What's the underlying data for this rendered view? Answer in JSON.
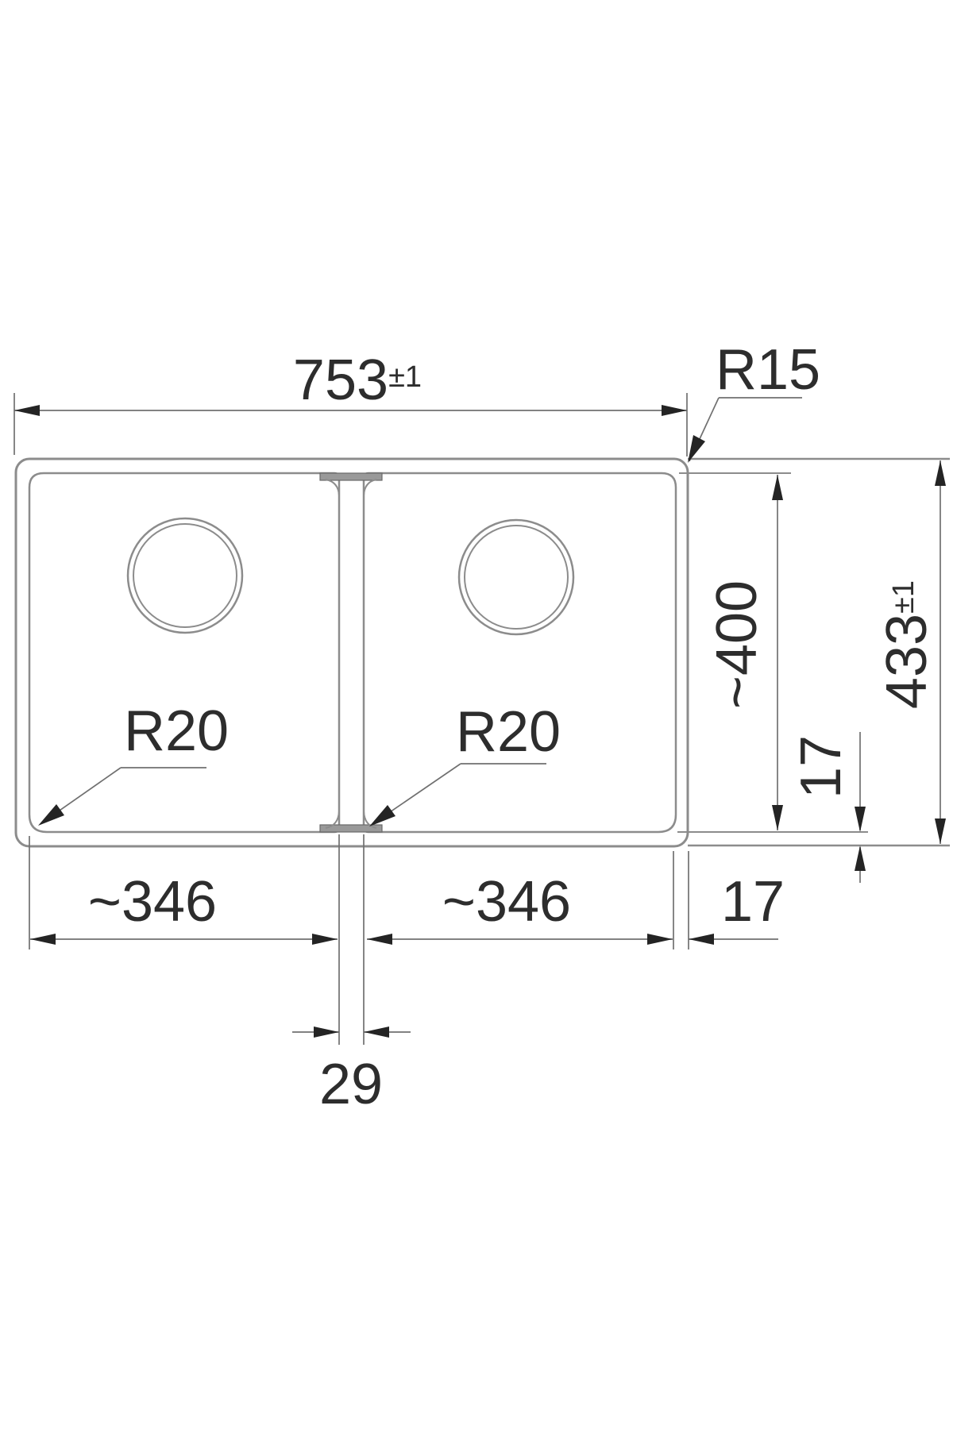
{
  "page": {
    "background": "#ffffff"
  },
  "drawing": {
    "subject": "double-bowl sink plan-view technical drawing",
    "colors": {
      "outline": "#8c8c8c",
      "dimension_line": "#707070",
      "arrow": "#242424",
      "text": "#2d2d2d",
      "divider_cap": "#999999"
    },
    "dimensions": {
      "overall_width": {
        "value": "753",
        "tolerance": "±1"
      },
      "overall_depth": {
        "value": "433",
        "tolerance": "±1"
      },
      "bowl_depth": "~400",
      "bowl_width_left": "~346",
      "bowl_width_right": "~346",
      "divider_width": "29",
      "rim_offset_bottom": "17",
      "rim_offset_right": "17",
      "outer_corner_radius": "R15",
      "bowl_corner_radius_left": "R20",
      "bowl_corner_radius_right": "R20"
    }
  }
}
